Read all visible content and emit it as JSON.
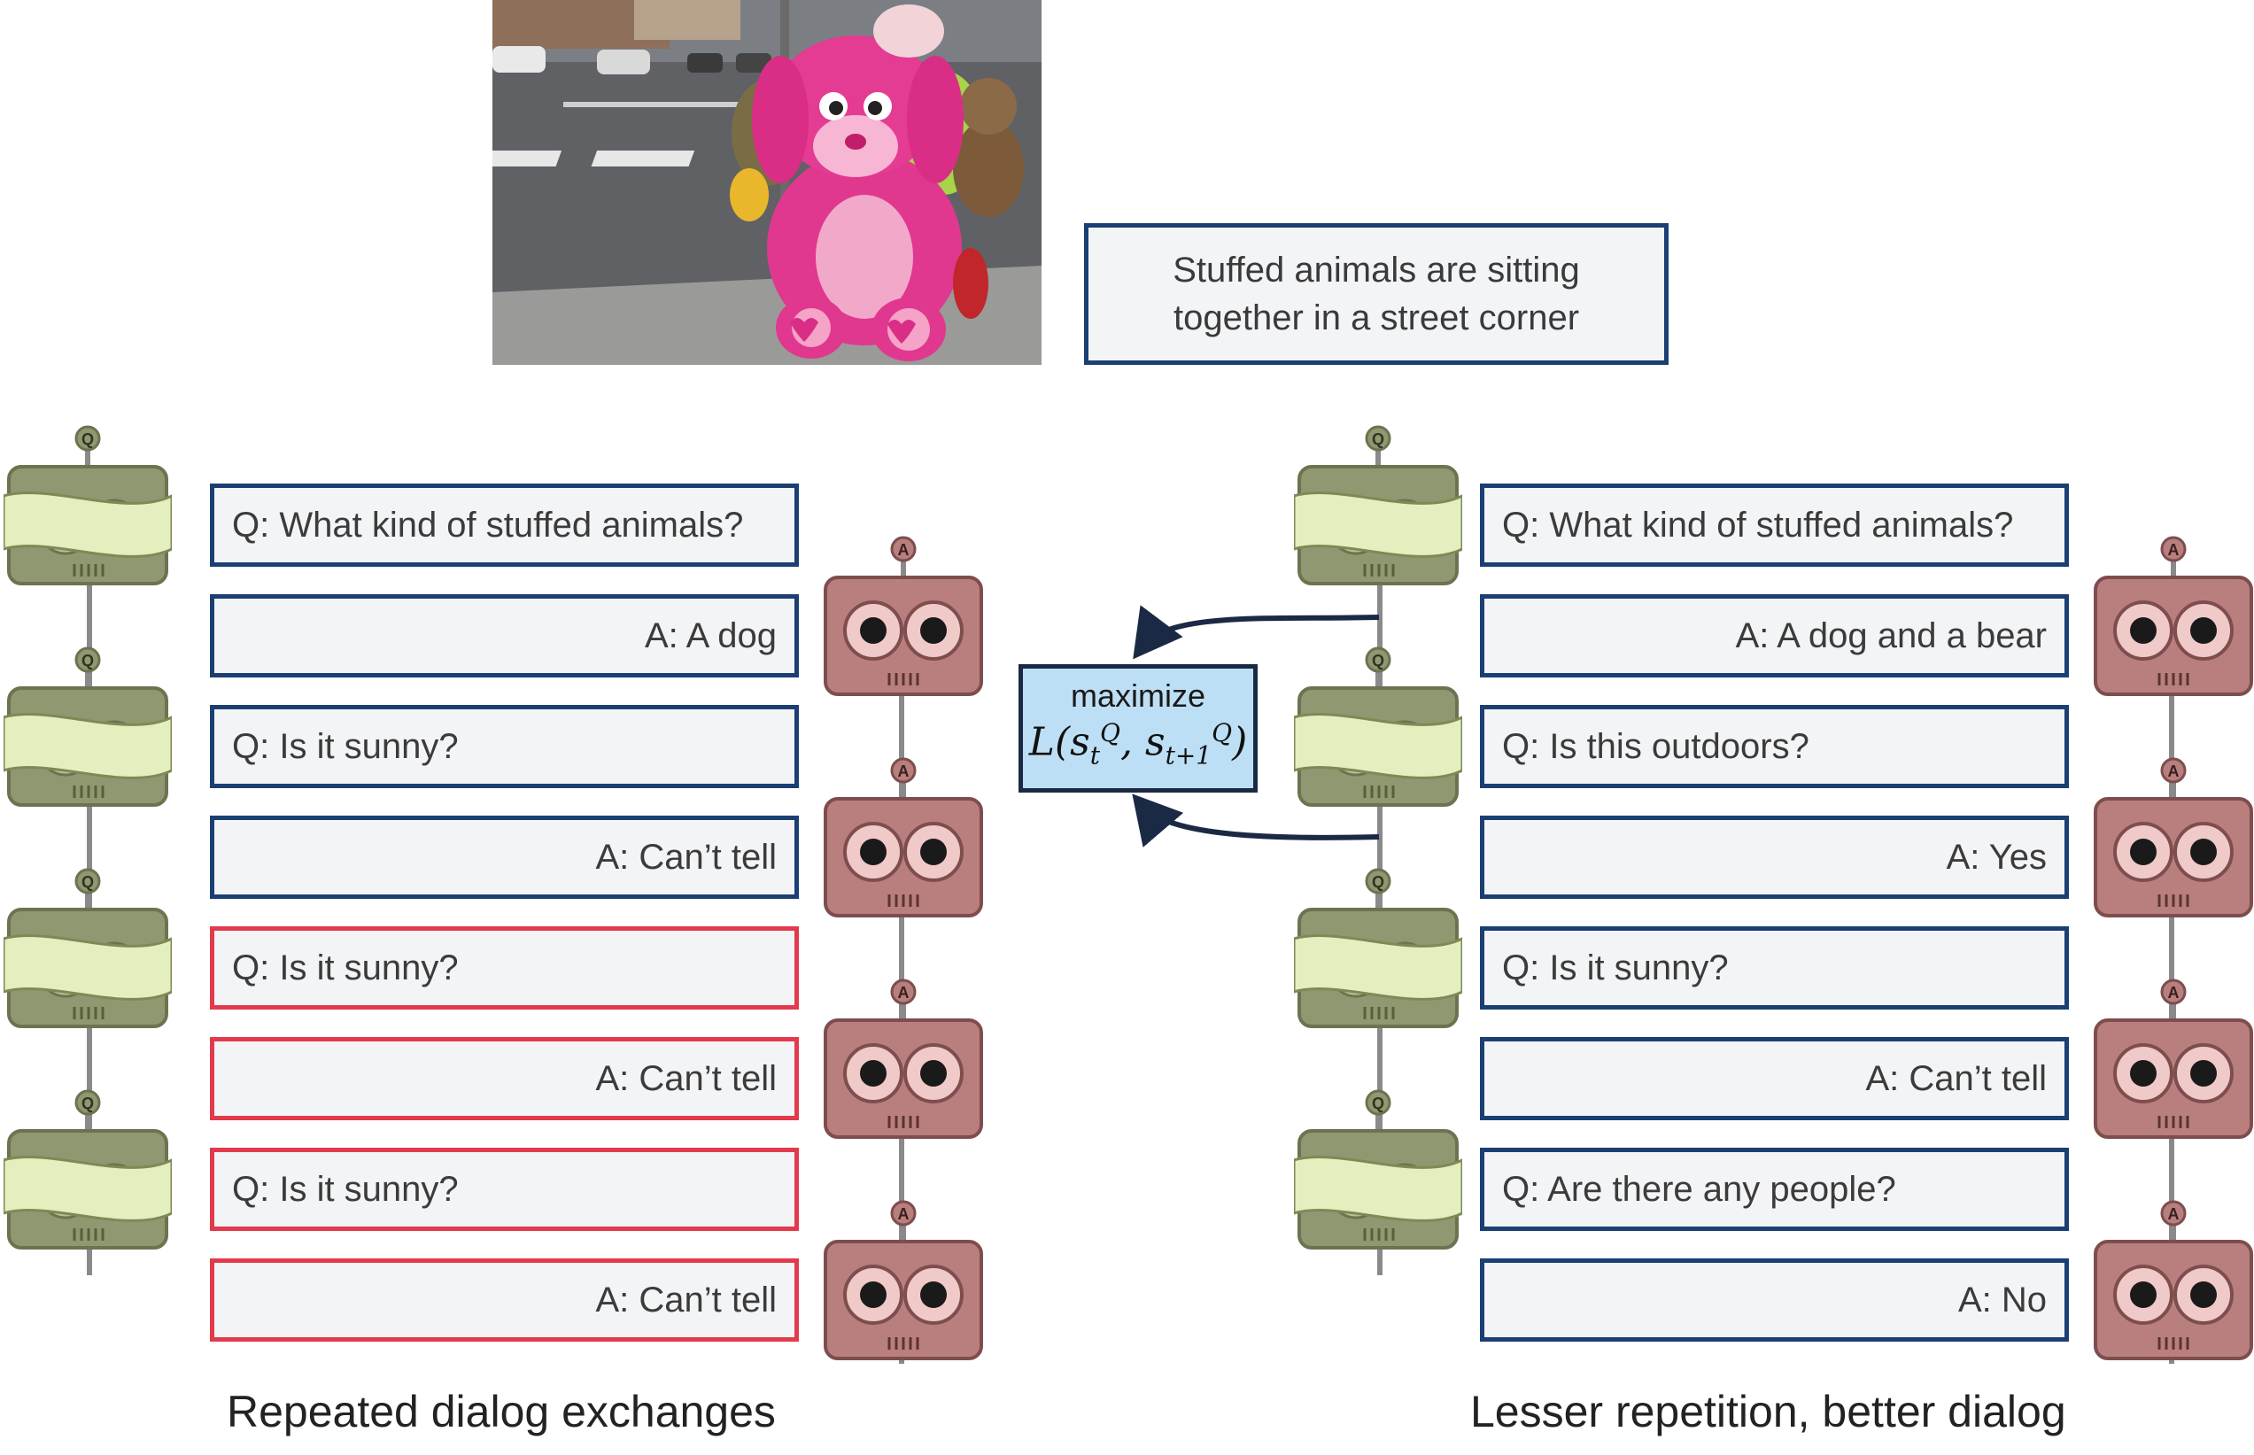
{
  "caption": {
    "line1": "Stuffed animals are sitting",
    "line2": "together in a street corner"
  },
  "bot_labels": {
    "questioner": "Q",
    "answerer": "A"
  },
  "center": {
    "maximize_label": "maximize",
    "formula": {
      "fn": "L(",
      "s": "s",
      "sub1": "t",
      "sup": "Q",
      "comma": ", ",
      "sub2": "t+1",
      "close": ")"
    }
  },
  "left_dialog": {
    "title": "Repeated dialog exchanges",
    "turns": [
      {
        "text": "Q: What kind of stuffed animals?",
        "repeated": false
      },
      {
        "text": "A: A dog",
        "repeated": false
      },
      {
        "text": "Q: Is it sunny?",
        "repeated": false
      },
      {
        "text": "A: Can’t tell",
        "repeated": false
      },
      {
        "text": "Q: Is it sunny?",
        "repeated": true
      },
      {
        "text": "A: Can’t tell",
        "repeated": true
      },
      {
        "text": "Q: Is it sunny?",
        "repeated": true
      },
      {
        "text": "A: Can’t tell",
        "repeated": true
      }
    ]
  },
  "right_dialog": {
    "title": "Lesser repetition, better dialog",
    "turns": [
      {
        "text": "Q: What kind of stuffed animals?",
        "repeated": false
      },
      {
        "text": "A: A dog and a bear",
        "repeated": false
      },
      {
        "text": "Q: Is this outdoors?",
        "repeated": false
      },
      {
        "text": "A: Yes",
        "repeated": false
      },
      {
        "text": "Q: Is it sunny?",
        "repeated": false
      },
      {
        "text": "A: Can’t tell",
        "repeated": false
      },
      {
        "text": "Q: Are there any people?",
        "repeated": false
      },
      {
        "text": "A: No",
        "repeated": false
      }
    ]
  },
  "colors": {
    "bubble_border": "#1b3f73",
    "repeat_border": "#e23a4c",
    "formula_box_fill": "#bddff5",
    "q_bot_body": "#8f9870",
    "a_bot_body": "#b97f7f"
  }
}
